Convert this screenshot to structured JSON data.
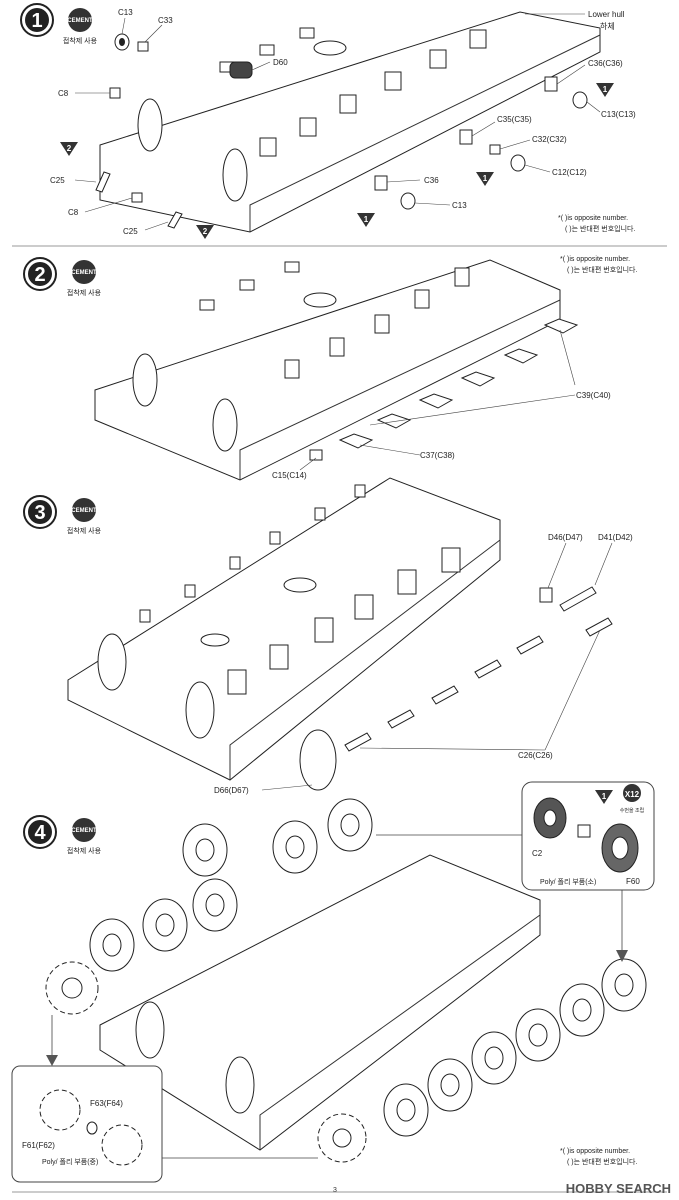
{
  "steps": [
    {
      "number": "1",
      "cement": "CEMENT",
      "cement_note": "접착제 사용"
    },
    {
      "number": "2",
      "cement": "CEMENT",
      "cement_note": "접착제 사용"
    },
    {
      "number": "3",
      "cement": "CEMENT",
      "cement_note": "접착제 사용"
    },
    {
      "number": "4",
      "cement": "CEMENT",
      "cement_note": "접착제 사용"
    }
  ],
  "step1": {
    "labels": {
      "c13_top": "C13",
      "c33": "C33",
      "d60": "D60",
      "c8_a": "C8",
      "c25_a": "C25",
      "c8_b": "C8",
      "c25_b": "C25",
      "lower_hull": "Lower hull",
      "lower_hull_kr": "하체",
      "c36_36": "C36(C36)",
      "c13_13": "C13(C13)",
      "c35_35": "C35(C35)",
      "c32_32": "C32(C32)",
      "c12_12": "C12(C12)",
      "c36": "C36",
      "c13": "C13"
    },
    "triangles": [
      "2",
      "2",
      "1",
      "1",
      "1"
    ],
    "note_en": "*(   )is opposite number.",
    "note_kr": "(   )는 반대편 번호입니다."
  },
  "step2": {
    "labels": {
      "c39_40": "C39(C40)",
      "c37_38": "C37(C38)",
      "c15_14": "C15(C14)"
    },
    "note_en": "*(   )is opposite number.",
    "note_kr": "(   )는 반대편 번호입니다."
  },
  "step3": {
    "labels": {
      "d46_47": "D46(D47)",
      "d41_42": "D41(D42)",
      "c26_26": "C26(C26)",
      "d66_67": "D66(D67)"
    }
  },
  "step4": {
    "labels": {
      "c2": "C2",
      "poly": "Poly/ 폴리 부품(소)",
      "f60": "F60",
      "x12": "X12",
      "x12_note": "수번을 조립",
      "f63_64": "F63(F64)",
      "f61_62": "F61(F62)",
      "poly2": "Poly/ 폴리 부품(중)"
    },
    "triangle": "1",
    "note_en": "*(   )is opposite number.",
    "note_kr": "(   )는 반대편 번호입니다."
  },
  "footer": {
    "page_number": "3",
    "logo": "HOBBY SEARCH"
  }
}
